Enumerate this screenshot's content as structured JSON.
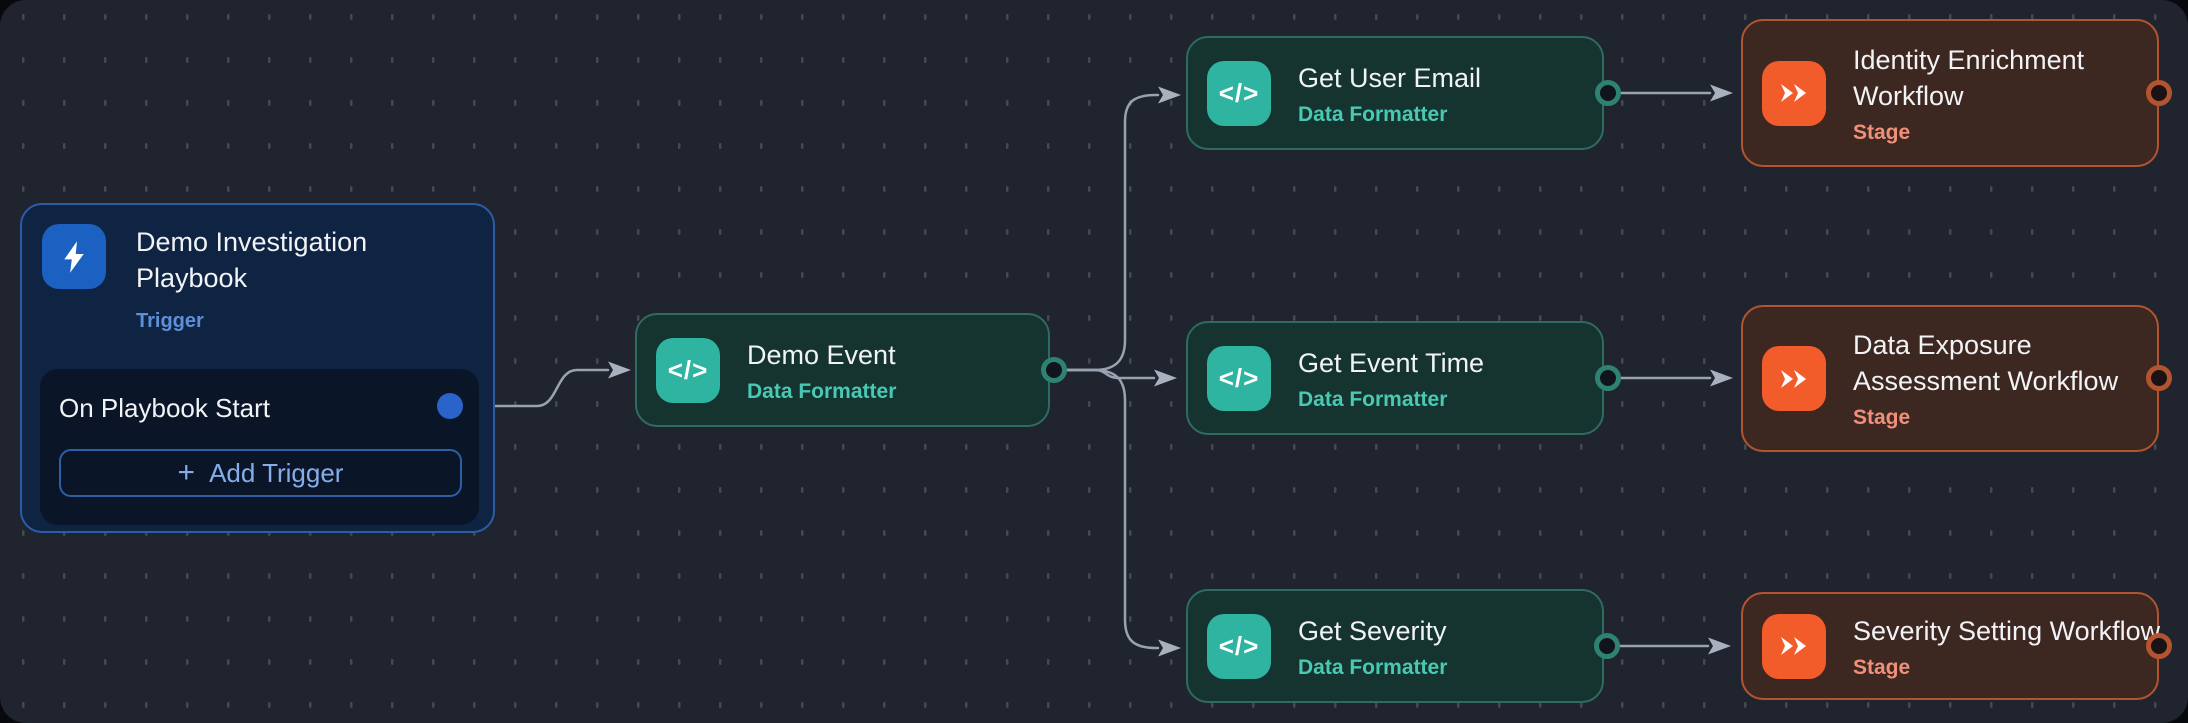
{
  "canvas": {
    "type": "workflow-editor",
    "background": "#20242e",
    "grid_dot_color": "#6a6e79",
    "edge_color": "#99a2b0"
  },
  "colors": {
    "trigger_accent": "#1b61c2",
    "trigger_border": "#2d5ca6",
    "trigger_label": "#5e90d8",
    "formatter_accent": "#2eb4a1",
    "formatter_border": "#2e6b60",
    "formatter_label": "#49c9b4",
    "stage_accent": "#f25b2a",
    "stage_border": "#b2542f",
    "stage_label": "#f09079"
  },
  "icons": {
    "trigger": "lightning-bolt",
    "formatter": "code",
    "stage": "fast-forward",
    "code_glyph": "</>"
  },
  "trigger_card": {
    "title": "Demo Investigation Playbook",
    "type_label": "Trigger",
    "trigger_item": "On Playbook Start",
    "add_trigger_plus": "+",
    "add_trigger_label": "Add Trigger"
  },
  "nodes": {
    "demo_event": {
      "title": "Demo Event",
      "subtitle": "Data Formatter"
    },
    "get_user_email": {
      "title": "Get User Email",
      "subtitle": "Data Formatter"
    },
    "get_event_time": {
      "title": "Get Event Time",
      "subtitle": "Data Formatter"
    },
    "get_severity": {
      "title": "Get Severity",
      "subtitle": "Data Formatter"
    },
    "identity_enrichment": {
      "title": "Identity Enrichment Workflow",
      "subtitle": "Stage"
    },
    "data_exposure": {
      "title": "Data Exposure Assessment Workflow",
      "subtitle": "Stage"
    },
    "severity_setting": {
      "title": "Severity Setting Workflow",
      "subtitle": "Stage"
    }
  }
}
